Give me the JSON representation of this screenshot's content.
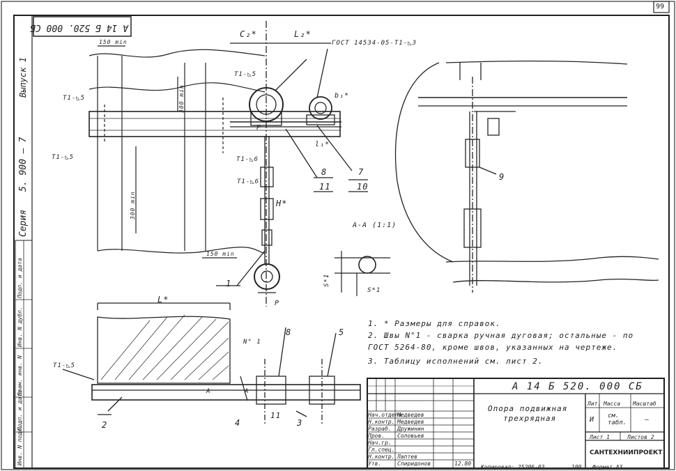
{
  "sheet_number": "99",
  "rotated_code": "А 14 Б 520. 000 СБ",
  "margin": {
    "series": "Серия",
    "series_no": "5. 900 — 7",
    "issue": "Выпуск 1",
    "cols": [
      "Инв. N подл.",
      "Подп. и дата",
      "Взам. инв. N",
      "Инв. N дубл.",
      "Подп. и дата"
    ]
  },
  "callouts": {
    "weld_tl1": "Т1-◺5",
    "weld_tl2": "Т1-◺5",
    "weld_tl3": "Т1-◺5",
    "weld_tl4": "Т1-◺5",
    "weld_t1_6": "Т1-◺6",
    "weld_t1_6b": "Т1-◺6",
    "gost": "ГОСТ 14534-05-Т1-◺3",
    "dim_c": "С₂*",
    "dim_l": "L₂*",
    "dim_150": "150 min",
    "dim_150b": "150 min",
    "dim_300": "300 min",
    "dim_300b": "300 min",
    "dim_H": "H*",
    "dim_L": "L*",
    "dim_b": "b₁*",
    "dim_l1": "l₁*",
    "dim_s1": "S*1",
    "dim_s2": "S*1",
    "P1": "P",
    "P2": "P",
    "section_AA": "А-А (1:1)",
    "mark_N1": "N° 1",
    "A_left": "А",
    "A_right": "А",
    "n1": "1",
    "n2": "2",
    "n3": "3",
    "n4": "4",
    "n5": "5",
    "n7": "7",
    "n8": "8",
    "n8b": "8",
    "n9": "9",
    "n10": "10",
    "n11": "11",
    "n11b": "11"
  },
  "notes": [
    "1. * Размеры для справок.",
    "2. Швы N°1 - сварка ручная дуговая; остальные - по",
    "ГОСТ 5264-80, кроме швов, указанных на чертеже.",
    "3. Таблицу исполнений см. лист 2."
  ],
  "title_block": {
    "doc_code": "А 14 Б 520. 000 СБ",
    "title_line1": "Опора подвижная",
    "title_line2": "трехрядная",
    "col_lit": "Лит.",
    "col_mass": "Масса",
    "col_scale": "Масштаб",
    "lit_val": "И",
    "mass_val": "см. табл.",
    "scale_val": "—",
    "sheet": "Лист 1",
    "sheets": "Листов 2",
    "org": "САНТЕХНИИПРОЕКТ",
    "roles": [
      "Нач.отдела",
      "Н.контр.",
      "Разраб.",
      "Пров.",
      "Нач.гр.",
      "Гл.спец.",
      "Н.контр.",
      "Утв."
    ],
    "names": [
      "Медведев",
      "Медведев",
      "Дружинин",
      "Соловьев",
      "",
      "",
      "Лаптев",
      "Спиридонов"
    ],
    "dates": [
      "",
      "",
      "",
      "",
      "",
      "",
      "",
      "12.80"
    ]
  },
  "footer": {
    "copied": "Копировал: 25206-03",
    "sheet_no": "100",
    "format": "Формат А3"
  }
}
